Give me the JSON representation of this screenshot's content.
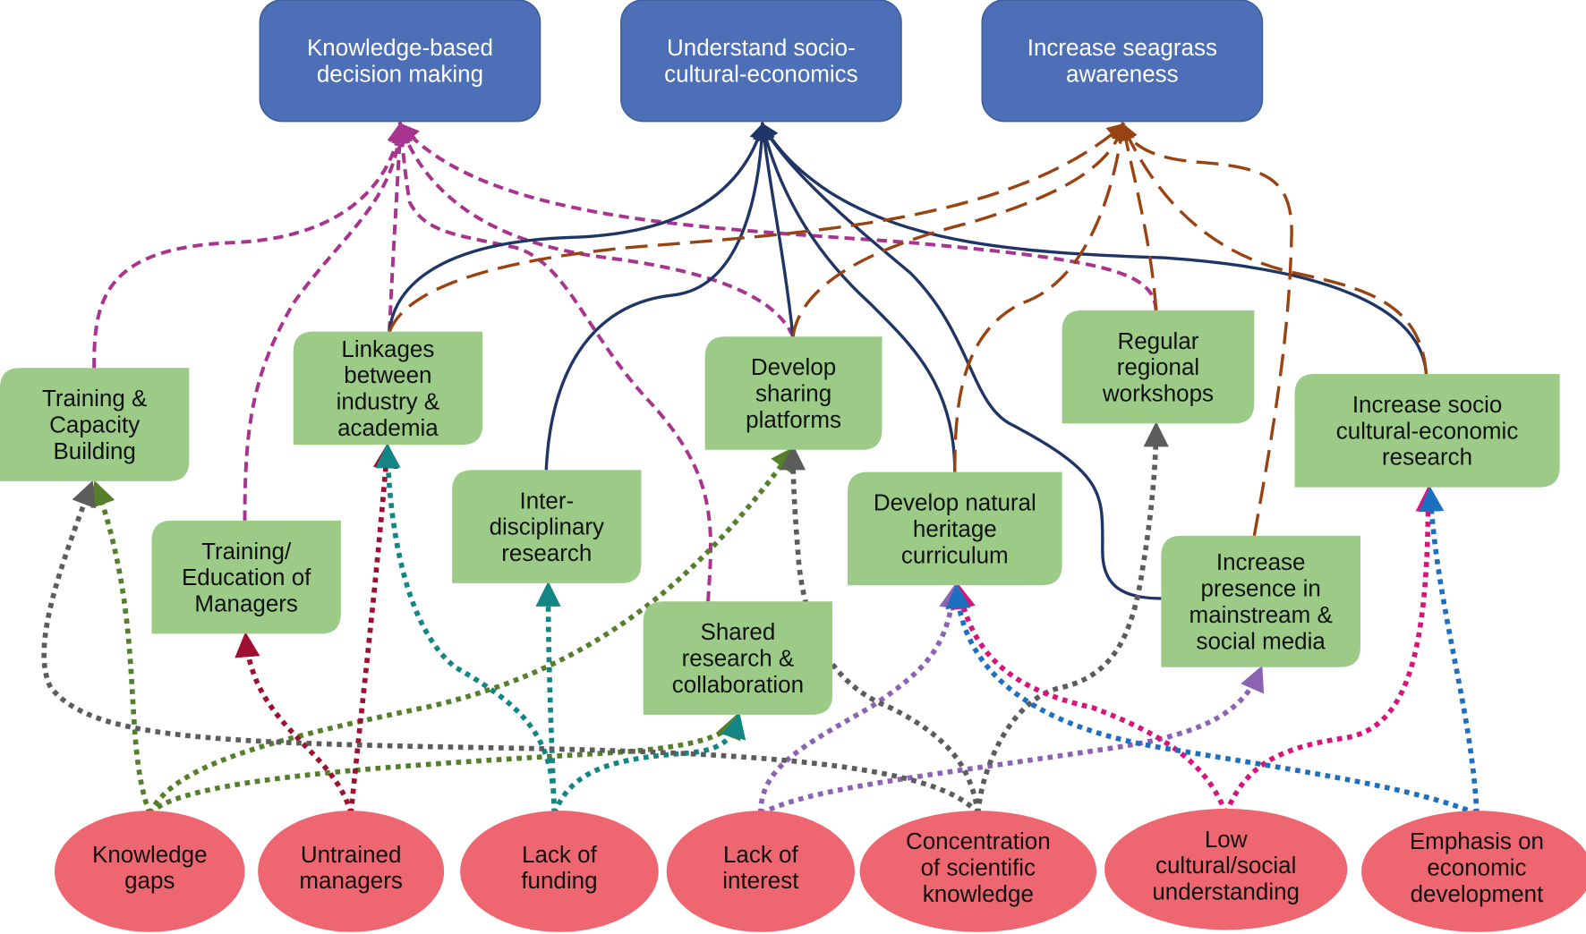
{
  "title": "Seagrass management goals, actions and barriers",
  "colors": {
    "goal": "#4d6fb7",
    "action": "#9bcb86",
    "barrier": "#ed6670",
    "knowledge_link": "#a8348f",
    "socio_link": "#1e3566",
    "awareness_link": "#9a4312",
    "knowledge_gaps": "#557f2b",
    "untrained_managers": "#9e1030",
    "lack_of_funding": "#138585",
    "lack_of_interest": "#8a63b3",
    "concentration": "#5c5c5c",
    "low_cultural": "#d8137a",
    "emphasis_economic": "#1d6fbf"
  },
  "goals": [
    {
      "id": "kbdm",
      "lines": [
        "Knowledge-based",
        "decision making"
      ]
    },
    {
      "id": "usce",
      "lines": [
        "Understand socio-",
        "cultural-economics"
      ]
    },
    {
      "id": "isa",
      "lines": [
        "Increase seagrass",
        "awareness"
      ]
    }
  ],
  "actions": [
    {
      "id": "tcb",
      "lines": [
        "Training &",
        "Capacity",
        "Building"
      ]
    },
    {
      "id": "tem",
      "lines": [
        "Training/",
        "Education of",
        "Managers"
      ]
    },
    {
      "id": "lia",
      "lines": [
        "Linkages",
        "between",
        "industry &",
        "academia"
      ]
    },
    {
      "id": "idr",
      "lines": [
        "Inter-",
        "disciplinary",
        "research"
      ]
    },
    {
      "id": "src",
      "lines": [
        "Shared",
        "research &",
        "collaboration"
      ]
    },
    {
      "id": "dsp",
      "lines": [
        "Develop",
        "sharing",
        "platforms"
      ]
    },
    {
      "id": "dnh",
      "lines": [
        "Develop natural",
        "heritage",
        "curriculum"
      ]
    },
    {
      "id": "rrw",
      "lines": [
        "Regular",
        "regional",
        "workshops"
      ]
    },
    {
      "id": "ipm",
      "lines": [
        "Increase",
        "presence in",
        "mainstream &",
        "social media"
      ]
    },
    {
      "id": "iscr",
      "lines": [
        "Increase socio",
        "cultural-economic",
        "research"
      ]
    }
  ],
  "barriers": [
    {
      "id": "kg",
      "lines": [
        "Knowledge",
        "gaps"
      ]
    },
    {
      "id": "um",
      "lines": [
        "Untrained",
        "managers"
      ]
    },
    {
      "id": "lf",
      "lines": [
        "Lack of",
        "funding"
      ]
    },
    {
      "id": "li",
      "lines": [
        "Lack of",
        "interest"
      ]
    },
    {
      "id": "csk",
      "lines": [
        "Concentration",
        "of scientific",
        "knowledge"
      ]
    },
    {
      "id": "lcs",
      "lines": [
        "Low",
        "cultural/social",
        "understanding"
      ]
    },
    {
      "id": "eed",
      "lines": [
        "Emphasis on",
        "economic",
        "development"
      ]
    }
  ],
  "links": [
    {
      "from": "tcb",
      "to": "kbdm",
      "style": "knowledge_link"
    },
    {
      "from": "tem",
      "to": "kbdm",
      "style": "knowledge_link"
    },
    {
      "from": "lia",
      "to": "kbdm",
      "style": "knowledge_link"
    },
    {
      "from": "src",
      "to": "kbdm",
      "style": "knowledge_link"
    },
    {
      "from": "dsp",
      "to": "kbdm",
      "style": "knowledge_link"
    },
    {
      "from": "rrw",
      "to": "kbdm",
      "style": "knowledge_link"
    },
    {
      "from": "lia",
      "to": "usce",
      "style": "socio_link"
    },
    {
      "from": "idr",
      "to": "usce",
      "style": "socio_link"
    },
    {
      "from": "dsp",
      "to": "usce",
      "style": "socio_link"
    },
    {
      "from": "dnh",
      "to": "usce",
      "style": "socio_link"
    },
    {
      "from": "ipm",
      "to": "usce",
      "style": "socio_link"
    },
    {
      "from": "iscr",
      "to": "usce",
      "style": "socio_link"
    },
    {
      "from": "lia",
      "to": "isa",
      "style": "awareness_link"
    },
    {
      "from": "dsp",
      "to": "isa",
      "style": "awareness_link"
    },
    {
      "from": "dnh",
      "to": "isa",
      "style": "awareness_link"
    },
    {
      "from": "rrw",
      "to": "isa",
      "style": "awareness_link"
    },
    {
      "from": "ipm",
      "to": "isa",
      "style": "awareness_link"
    },
    {
      "from": "iscr",
      "to": "isa",
      "style": "awareness_link"
    },
    {
      "from": "kg",
      "to": "tcb",
      "style": "knowledge_gaps"
    },
    {
      "from": "kg",
      "to": "dsp",
      "style": "knowledge_gaps"
    },
    {
      "from": "kg",
      "to": "src",
      "style": "knowledge_gaps"
    },
    {
      "from": "um",
      "to": "tem",
      "style": "untrained_managers"
    },
    {
      "from": "um",
      "to": "lia",
      "style": "untrained_managers"
    },
    {
      "from": "lf",
      "to": "lia",
      "style": "lack_of_funding"
    },
    {
      "from": "lf",
      "to": "idr",
      "style": "lack_of_funding"
    },
    {
      "from": "lf",
      "to": "src",
      "style": "lack_of_funding"
    },
    {
      "from": "li",
      "to": "dnh",
      "style": "lack_of_interest"
    },
    {
      "from": "li",
      "to": "ipm",
      "style": "lack_of_interest"
    },
    {
      "from": "csk",
      "to": "tcb",
      "style": "concentration"
    },
    {
      "from": "csk",
      "to": "dsp",
      "style": "concentration"
    },
    {
      "from": "csk",
      "to": "rrw",
      "style": "concentration"
    },
    {
      "from": "lcs",
      "to": "dnh",
      "style": "low_cultural"
    },
    {
      "from": "lcs",
      "to": "iscr",
      "style": "low_cultural"
    },
    {
      "from": "eed",
      "to": "dnh",
      "style": "emphasis_economic"
    },
    {
      "from": "eed",
      "to": "iscr",
      "style": "emphasis_economic"
    }
  ]
}
